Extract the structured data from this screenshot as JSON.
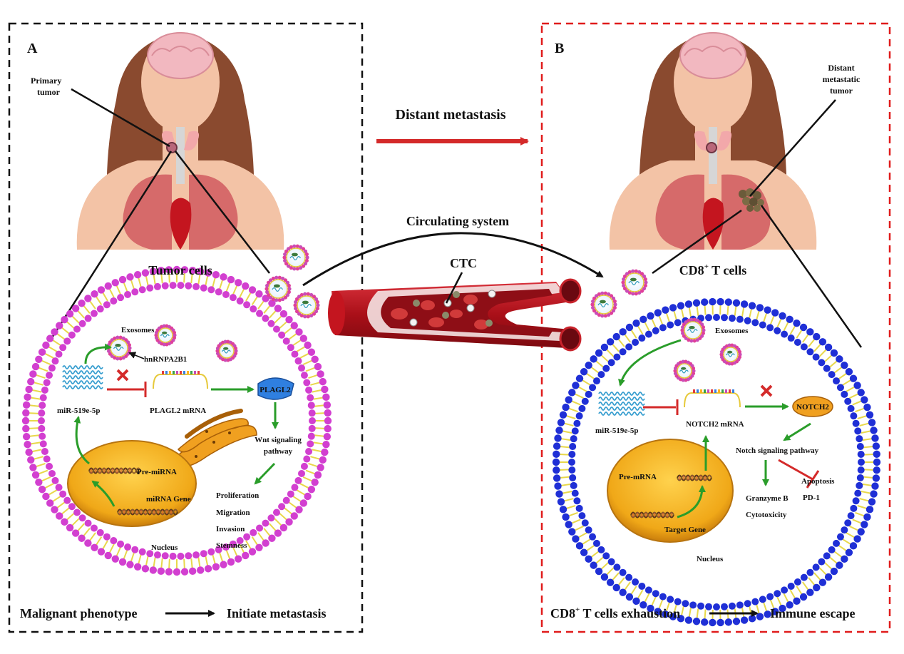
{
  "panel_a": {
    "letter": "A",
    "primary_tumor_line1": "Primary",
    "primary_tumor_line2": "tumor",
    "cell_title": "Tumor cells",
    "exosomes": "Exosomes",
    "hnrnpa2b1": "hnRNPA2B1",
    "mirna": "miR-519e-5p",
    "mrna": "PLAGL2 mRNA",
    "protein": "PLAGL2",
    "pathway_line1": "Wnt signaling",
    "pathway_line2": "pathway",
    "pre_mirna": "Pre-miRNA",
    "gene": "miRNA Gene",
    "nucleus": "Nucleus",
    "outcomes": [
      "Proliferation",
      "Migration",
      "Invasion",
      "Stemness"
    ],
    "footer_left": "Malignant phenotype",
    "footer_right": "Initiate metastasis"
  },
  "center": {
    "distant_metastasis": "Distant metastasis",
    "circulating_system": "Circulating system",
    "ctc": "CTC"
  },
  "panel_b": {
    "letter": "B",
    "distant_tumor_line1": "Distant",
    "distant_tumor_line2": "metastatic",
    "distant_tumor_line3": "tumor",
    "cell_title_main": "CD8",
    "cell_title_sup": "+",
    "cell_title_rest": " T cells",
    "exosomes": "Exosomes",
    "mirna": "miR-519e-5p",
    "mrna": "NOTCH2 mRNA",
    "protein": "NOTCH2",
    "pathway": "Notch signaling pathway",
    "pre_mrna": "Pre-mRNA",
    "gene": "Target Gene",
    "nucleus": "Nucleus",
    "granzyme": "Granzyme B",
    "cytotoxicity": "Cytotoxicity",
    "apoptosis": "Apoptosis",
    "pd1": "PD-1",
    "footer_left_main": "CD8",
    "footer_left_sup": "+",
    "footer_left_rest": " T cells exhaustion",
    "footer_right": "Immune escape"
  },
  "colors": {
    "panel_a_border": "#111111",
    "panel_b_border": "#e01b1b",
    "tumor_membrane": "#d23fd0",
    "tcell_membrane": "#1f2fd6",
    "lipid_tail": "#e8d84a",
    "green_arrow": "#2a9d2a",
    "red_inhibit": "#d42a2a",
    "vessel": "#b5121b",
    "nucleus": "#f2b01e",
    "skin": "#f3c3a6",
    "hair": "#8a4a2f"
  },
  "icons": {
    "mirna": "wavy-rna-icon",
    "mrna": "mrna-strand-icon",
    "exosome": "exosome-icon",
    "dna": "dna-helix-icon",
    "inhibit": "red-x-icon"
  }
}
